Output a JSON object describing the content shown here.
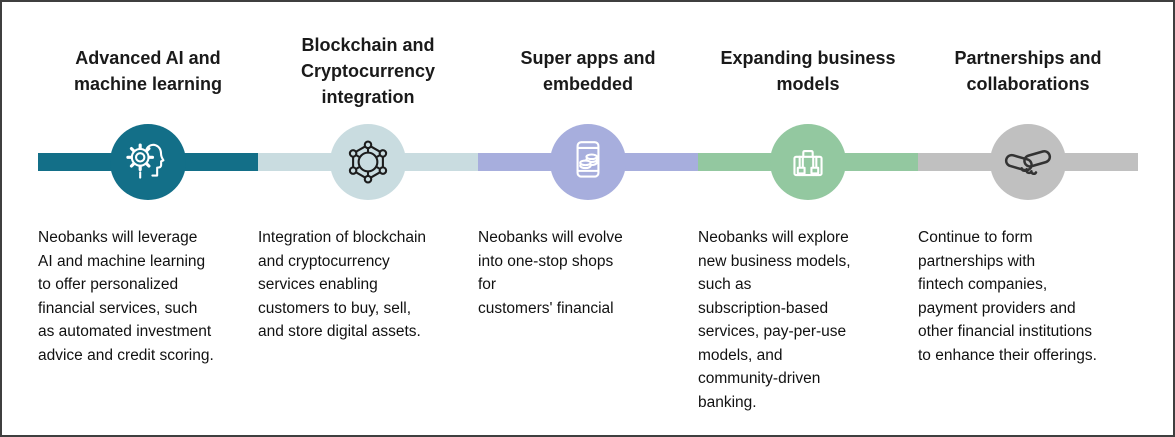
{
  "page": {
    "background_color": "#ffffff",
    "border_color": "#3f3f3f",
    "title_text_color": "#1a1a1a",
    "body_text_color": "#111111"
  },
  "columns": [
    {
      "title": "Advanced AI and\nmachine learning",
      "description": "Neobanks will leverage\nAI and machine learning\nto offer personalized\nfinancial services, such\nas automated investment\nadvice and credit scoring.",
      "icon": "ai-head-gear-icon",
      "color": "#136f88",
      "icon_color": "#ffffff"
    },
    {
      "title": "Blockchain and\nCryptocurrency\nintegration",
      "description": "Integration of blockchain\nand cryptocurrency\nservices enabling\ncustomers to buy, sell,\nand store digital assets.",
      "icon": "blockchain-network-icon",
      "color": "#c9dce0",
      "icon_color": "#1c1c1c"
    },
    {
      "title": "Super apps and\nembedded",
      "description": "Neobanks will evolve\ninto one-stop shops\nfor\ncustomers' financial",
      "icon": "phone-coins-icon",
      "color": "#a7aedd",
      "icon_color": "#ffffff"
    },
    {
      "title": "Expanding business\nmodels",
      "description": "Neobanks will explore\nnew business models,\nsuch as\nsubscription-based\nservices, pay-per-use\nmodels, and\ncommunity-driven\nbanking.",
      "icon": "briefcase-icon",
      "color": "#93c8a0",
      "icon_color": "#ffffff"
    },
    {
      "title": "Partnerships and\ncollaborations",
      "description": "Continue to form\npartnerships with\nfintech companies,\npayment providers and\nother financial institutions\nto enhance their offerings.",
      "icon": "handshake-icon",
      "color": "#c0c0c0",
      "icon_color": "#333333"
    }
  ]
}
